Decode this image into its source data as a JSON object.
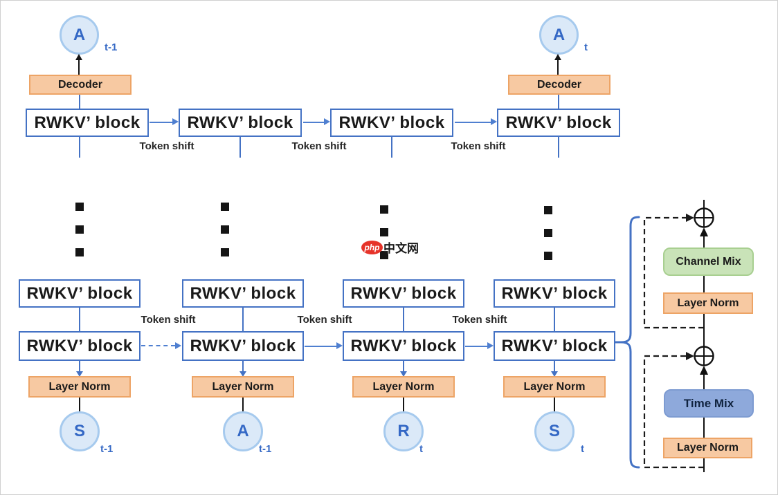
{
  "labels": {
    "rwkv_block": "RWKV’ block",
    "decoder": "Decoder",
    "token_shift": "Token shift",
    "layer_norm": "Layer Norm",
    "channel_mix": "Channel Mix",
    "time_mix": "Time Mix"
  },
  "top_row": {
    "outputs": [
      {
        "letter": "A",
        "subscript": "t-1"
      },
      {
        "letter": "A",
        "subscript": "t"
      }
    ]
  },
  "bottom_row": {
    "inputs": [
      {
        "letter": "S",
        "subscript": "t-1"
      },
      {
        "letter": "A",
        "subscript": "t-1"
      },
      {
        "letter": "R",
        "subscript": "t"
      },
      {
        "letter": "S",
        "subscript": "t"
      }
    ]
  },
  "watermark": {
    "logo_text": "php",
    "site_text": "中文网"
  },
  "colors": {
    "block_border": "#4472C4",
    "arrow_blue": "#4f7fd0",
    "orange_fill": "#F7C9A2",
    "orange_border": "#EDA466",
    "green_fill": "#C9E3B8",
    "timemix_fill": "#8EA9DB",
    "circle_fill": "#DBE9F8",
    "circle_border": "#A6CAEE",
    "circle_text": "#3468C5",
    "watermark_red": "#E63329"
  }
}
